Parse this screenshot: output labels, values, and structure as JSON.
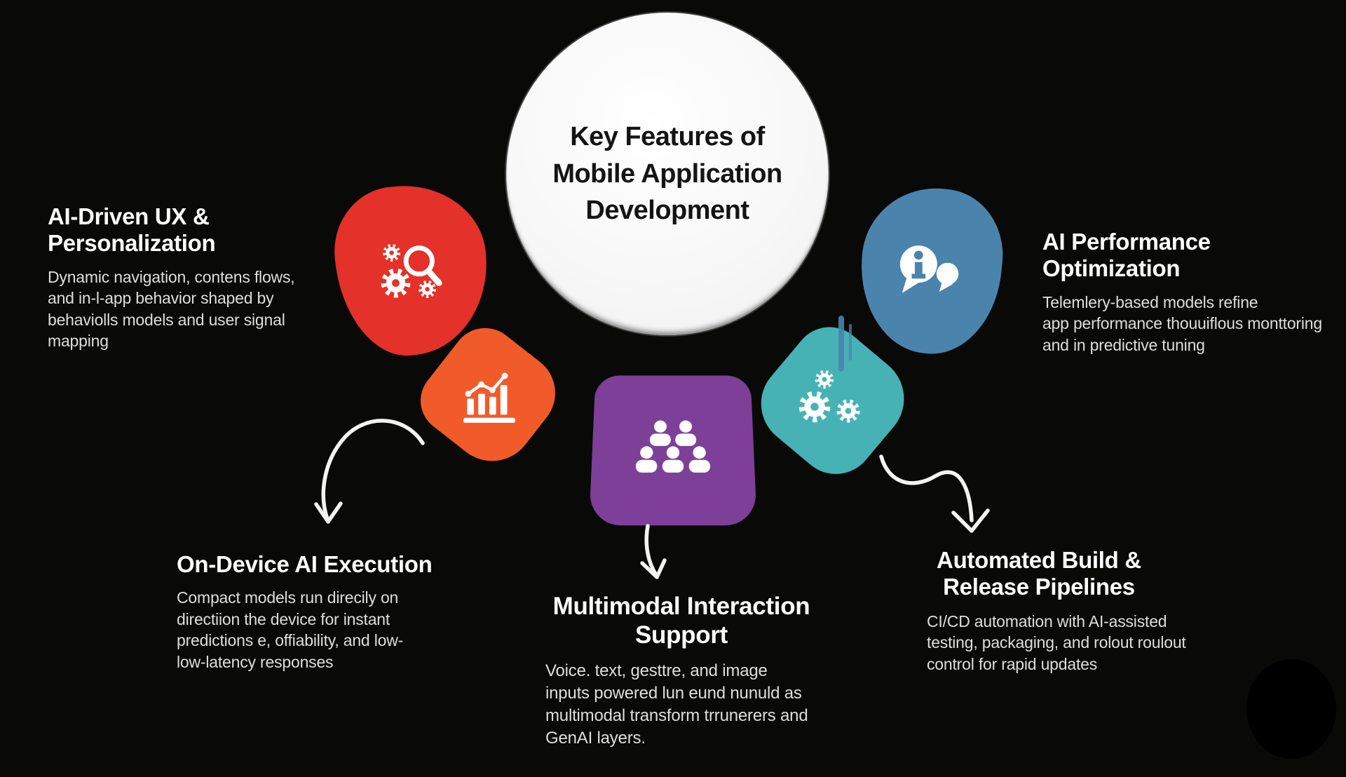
{
  "center": {
    "title": "Key Features of\nMobile Application\nDevelopment"
  },
  "features": {
    "ai_ux": {
      "heading": "AI-Driven UX &\nPersonalization",
      "body": "Dynamic navigation, contens flows,\nand in-l-app behavior shaped by\nbehaviolls models and user signal\nmapping",
      "color": "#e43129",
      "icon": "gears-magnifier-icon"
    },
    "performance": {
      "heading": "AI Performance\nOptimization",
      "body": "Telemlery-based models refine\napp performance thouuiflous monttoring\nand in predictive tuning",
      "color": "#4a84ad",
      "icon": "chat-info-icon"
    },
    "on_device": {
      "heading": "On-Device AI Execution",
      "body": "Compact models run direcily on\ndirectiion the device for instant\npredictions e, offiability, and low-\nlow-latency responses",
      "color": "#f15b2a",
      "icon": "bar-chart-icon"
    },
    "multimodal": {
      "heading": "Multimodal Interaction\nSupport",
      "body": "Voice. text, gesttre, and image\ninputs powered lun eund nunuld as\nmultimodal transform trrunerers and\nGenAI layers.",
      "color": "#7d3f98",
      "icon": "people-group-icon"
    },
    "build": {
      "heading": "Automated Build &\nRelease Pipelines",
      "body": "CI/CD automation with AI-assisted\ntesting, packaging, and rolout roulout\ncontrol for rapid updates",
      "color": "#47b2b5",
      "icon": "gears-icon"
    }
  },
  "colors": {
    "background": "#090908",
    "circle": "#f7f7f7",
    "circle_rim": "#b5b5b5",
    "heading_text": "#ffffff",
    "body_text": "#dedede",
    "arrow": "#f3f3f3"
  }
}
